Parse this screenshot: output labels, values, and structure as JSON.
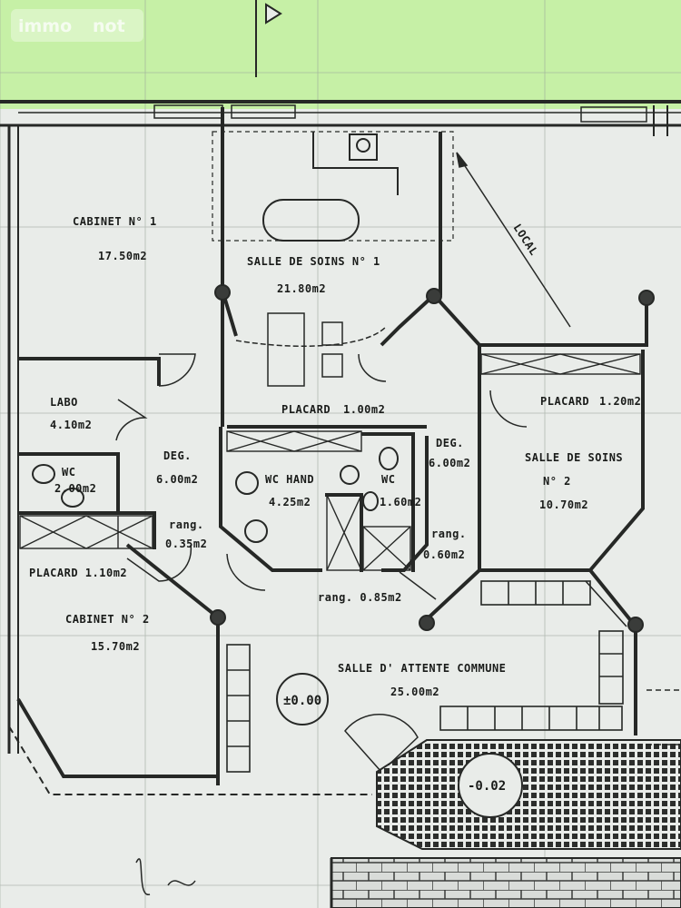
{
  "watermark": {
    "left": "immo",
    "right": "not"
  },
  "rooms": {
    "cabinet1_name": "CABINET N° 1",
    "cabinet1_area": "17.50m2",
    "soins1_name": "SALLE DE SOINS N° 1",
    "soins1_area": "21.80m2",
    "local": "LOCAL",
    "labo_name": "LABO",
    "labo_area": "4.10m2",
    "placard1_name": "PLACARD",
    "placard1_area": "1.00m2",
    "placard2_name": "PLACARD",
    "placard2_area": "1.20m2",
    "wc1_name": "WC",
    "wc1_area": "2.00m2",
    "deg1_name": "DEG.",
    "deg1_area": "6.00m2",
    "wchand_name": "WC HAND",
    "wchand_area": "4.25m2",
    "wc2_name": "WC",
    "wc2_area": "1.60m2",
    "deg2_name": "DEG.",
    "deg2_area": "6.00m2",
    "soins2_name": "SALLE DE SOINS",
    "soins2_num": "N° 2",
    "soins2_area": "10.70m2",
    "rang1_name": "rang.",
    "rang1_area": "0.35m2",
    "rang2_name": "rang.",
    "rang2_area": "0.60m2",
    "rang3": "rang. 0.85m2",
    "placard3": "PLACARD 1.10m2",
    "cabinet2_name": "CABINET N° 2",
    "cabinet2_area": "15.70m2",
    "attente_name": "SALLE D' ATTENTE COMMUNE",
    "attente_area": "25.00m2",
    "level_main": "±0.00",
    "level_entry": "-0.02"
  },
  "colors": {
    "background": "#e9ece9",
    "wall": "#262826",
    "screen_tint": "#c6f0a6",
    "tile_fill": "#2c2e2c"
  }
}
